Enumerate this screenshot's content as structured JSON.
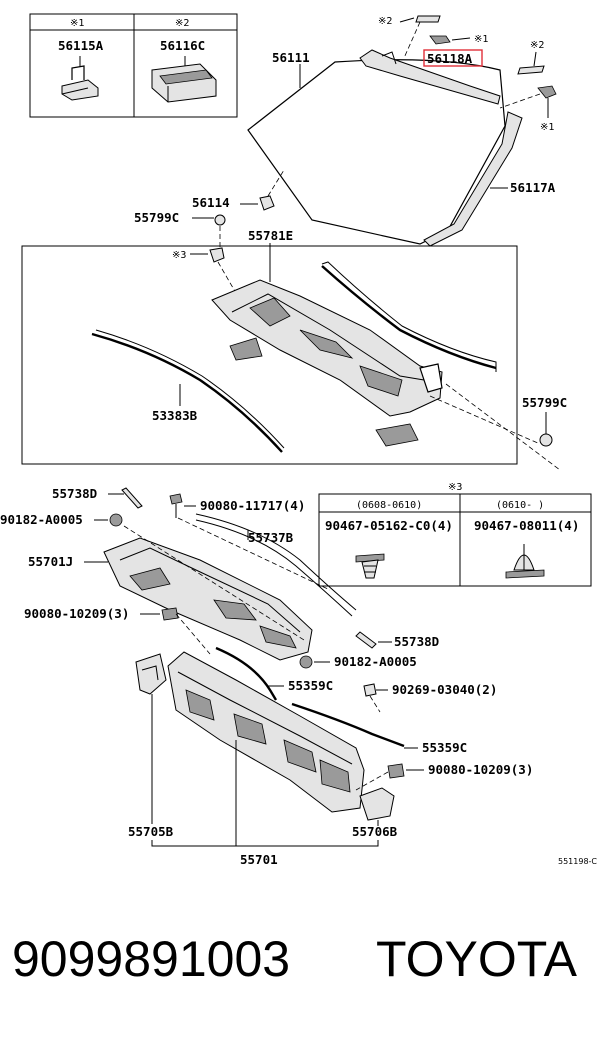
{
  "diagram": {
    "inset_box_1": {
      "headers": [
        "※1",
        "※2"
      ],
      "parts": [
        "56115A",
        "56116C"
      ]
    },
    "inset_box_3": {
      "mark": "※3",
      "headers": [
        "(0608-0610)",
        "(0610-        )"
      ],
      "parts": [
        "90467-05162-C0(4)",
        "90467-08011(4)"
      ]
    },
    "labels": {
      "56111": "56111",
      "56118A": "56118A",
      "56117A": "56117A",
      "56114": "56114",
      "55799C_top": "55799C",
      "55781E": "55781E",
      "mark3_clip": "※3",
      "53383B": "53383B",
      "55799C_right": "55799C",
      "55738D_top": "55738D",
      "90080-11717": "90080-11717(4)",
      "90182-A0005_left": "90182-A0005",
      "55737B": "55737B",
      "55701J": "55701J",
      "90080-10209_left": "90080-10209(3)",
      "55738D_right": "55738D",
      "90182-A0005_right": "90182-A0005",
      "55359C_upper": "55359C",
      "90269-03040": "90269-03040(2)",
      "55359C_lower": "55359C",
      "90080-10209_right": "90080-10209(3)",
      "55705B": "55705B",
      "55706B": "55706B",
      "55701": "55701",
      "mark2_a": "※2",
      "mark1_a": "※1",
      "mark2_b": "※2",
      "mark1_b": "※1",
      "drawing_id": "551198-C"
    },
    "highlight_color": "#e0303a"
  },
  "footer": {
    "part_number": "9099891003",
    "brand": "TOYOTA"
  }
}
